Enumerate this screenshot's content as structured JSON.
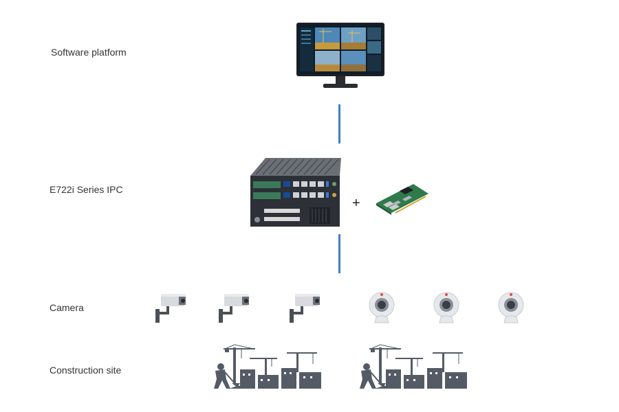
{
  "labels": {
    "software": "Software platform",
    "ipc": "E722i Series IPC",
    "camera": "Camera",
    "site": "Construction site"
  },
  "plus": "+",
  "icons": {
    "monitor": "monitor-icon",
    "ipc": "industrial-pc-icon",
    "card": "network-card-icon",
    "bullet_camera": "bullet-camera-icon",
    "dome_camera": "webcam-icon",
    "site": "construction-site-icon"
  },
  "colors": {
    "connector": "#3f7fc4",
    "icon_gray": "#555b66",
    "text": "#333333"
  }
}
